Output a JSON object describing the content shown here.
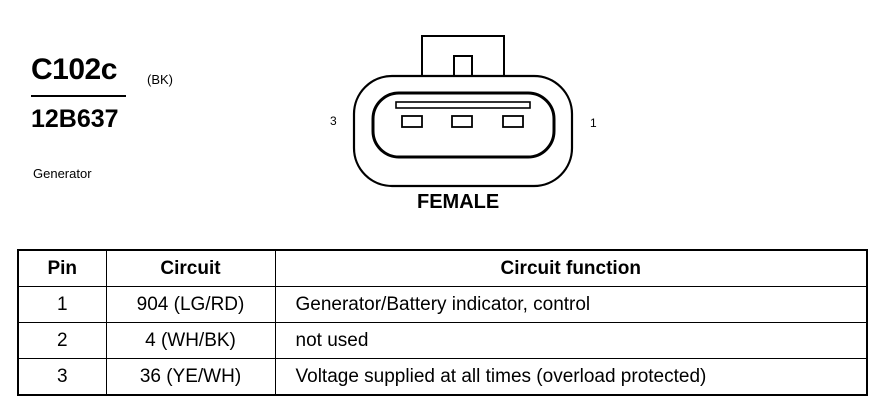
{
  "connector": {
    "id": "C102c",
    "color": "(BK)",
    "part_number": "12B637",
    "component": "Generator",
    "gender": "FEMALE",
    "pin_end_left": "3",
    "pin_end_right": "1"
  },
  "table": {
    "headers": [
      "Pin",
      "Circuit",
      "Circuit function"
    ],
    "rows": [
      {
        "pin": "1",
        "circuit": "904 (LG/RD)",
        "function": "Generator/Battery indicator, control"
      },
      {
        "pin": "2",
        "circuit": "4 (WH/BK)",
        "function": "not used"
      },
      {
        "pin": "3",
        "circuit": "36 (YE/WH)",
        "function": "Voltage supplied at all times (overload protected)"
      }
    ]
  }
}
